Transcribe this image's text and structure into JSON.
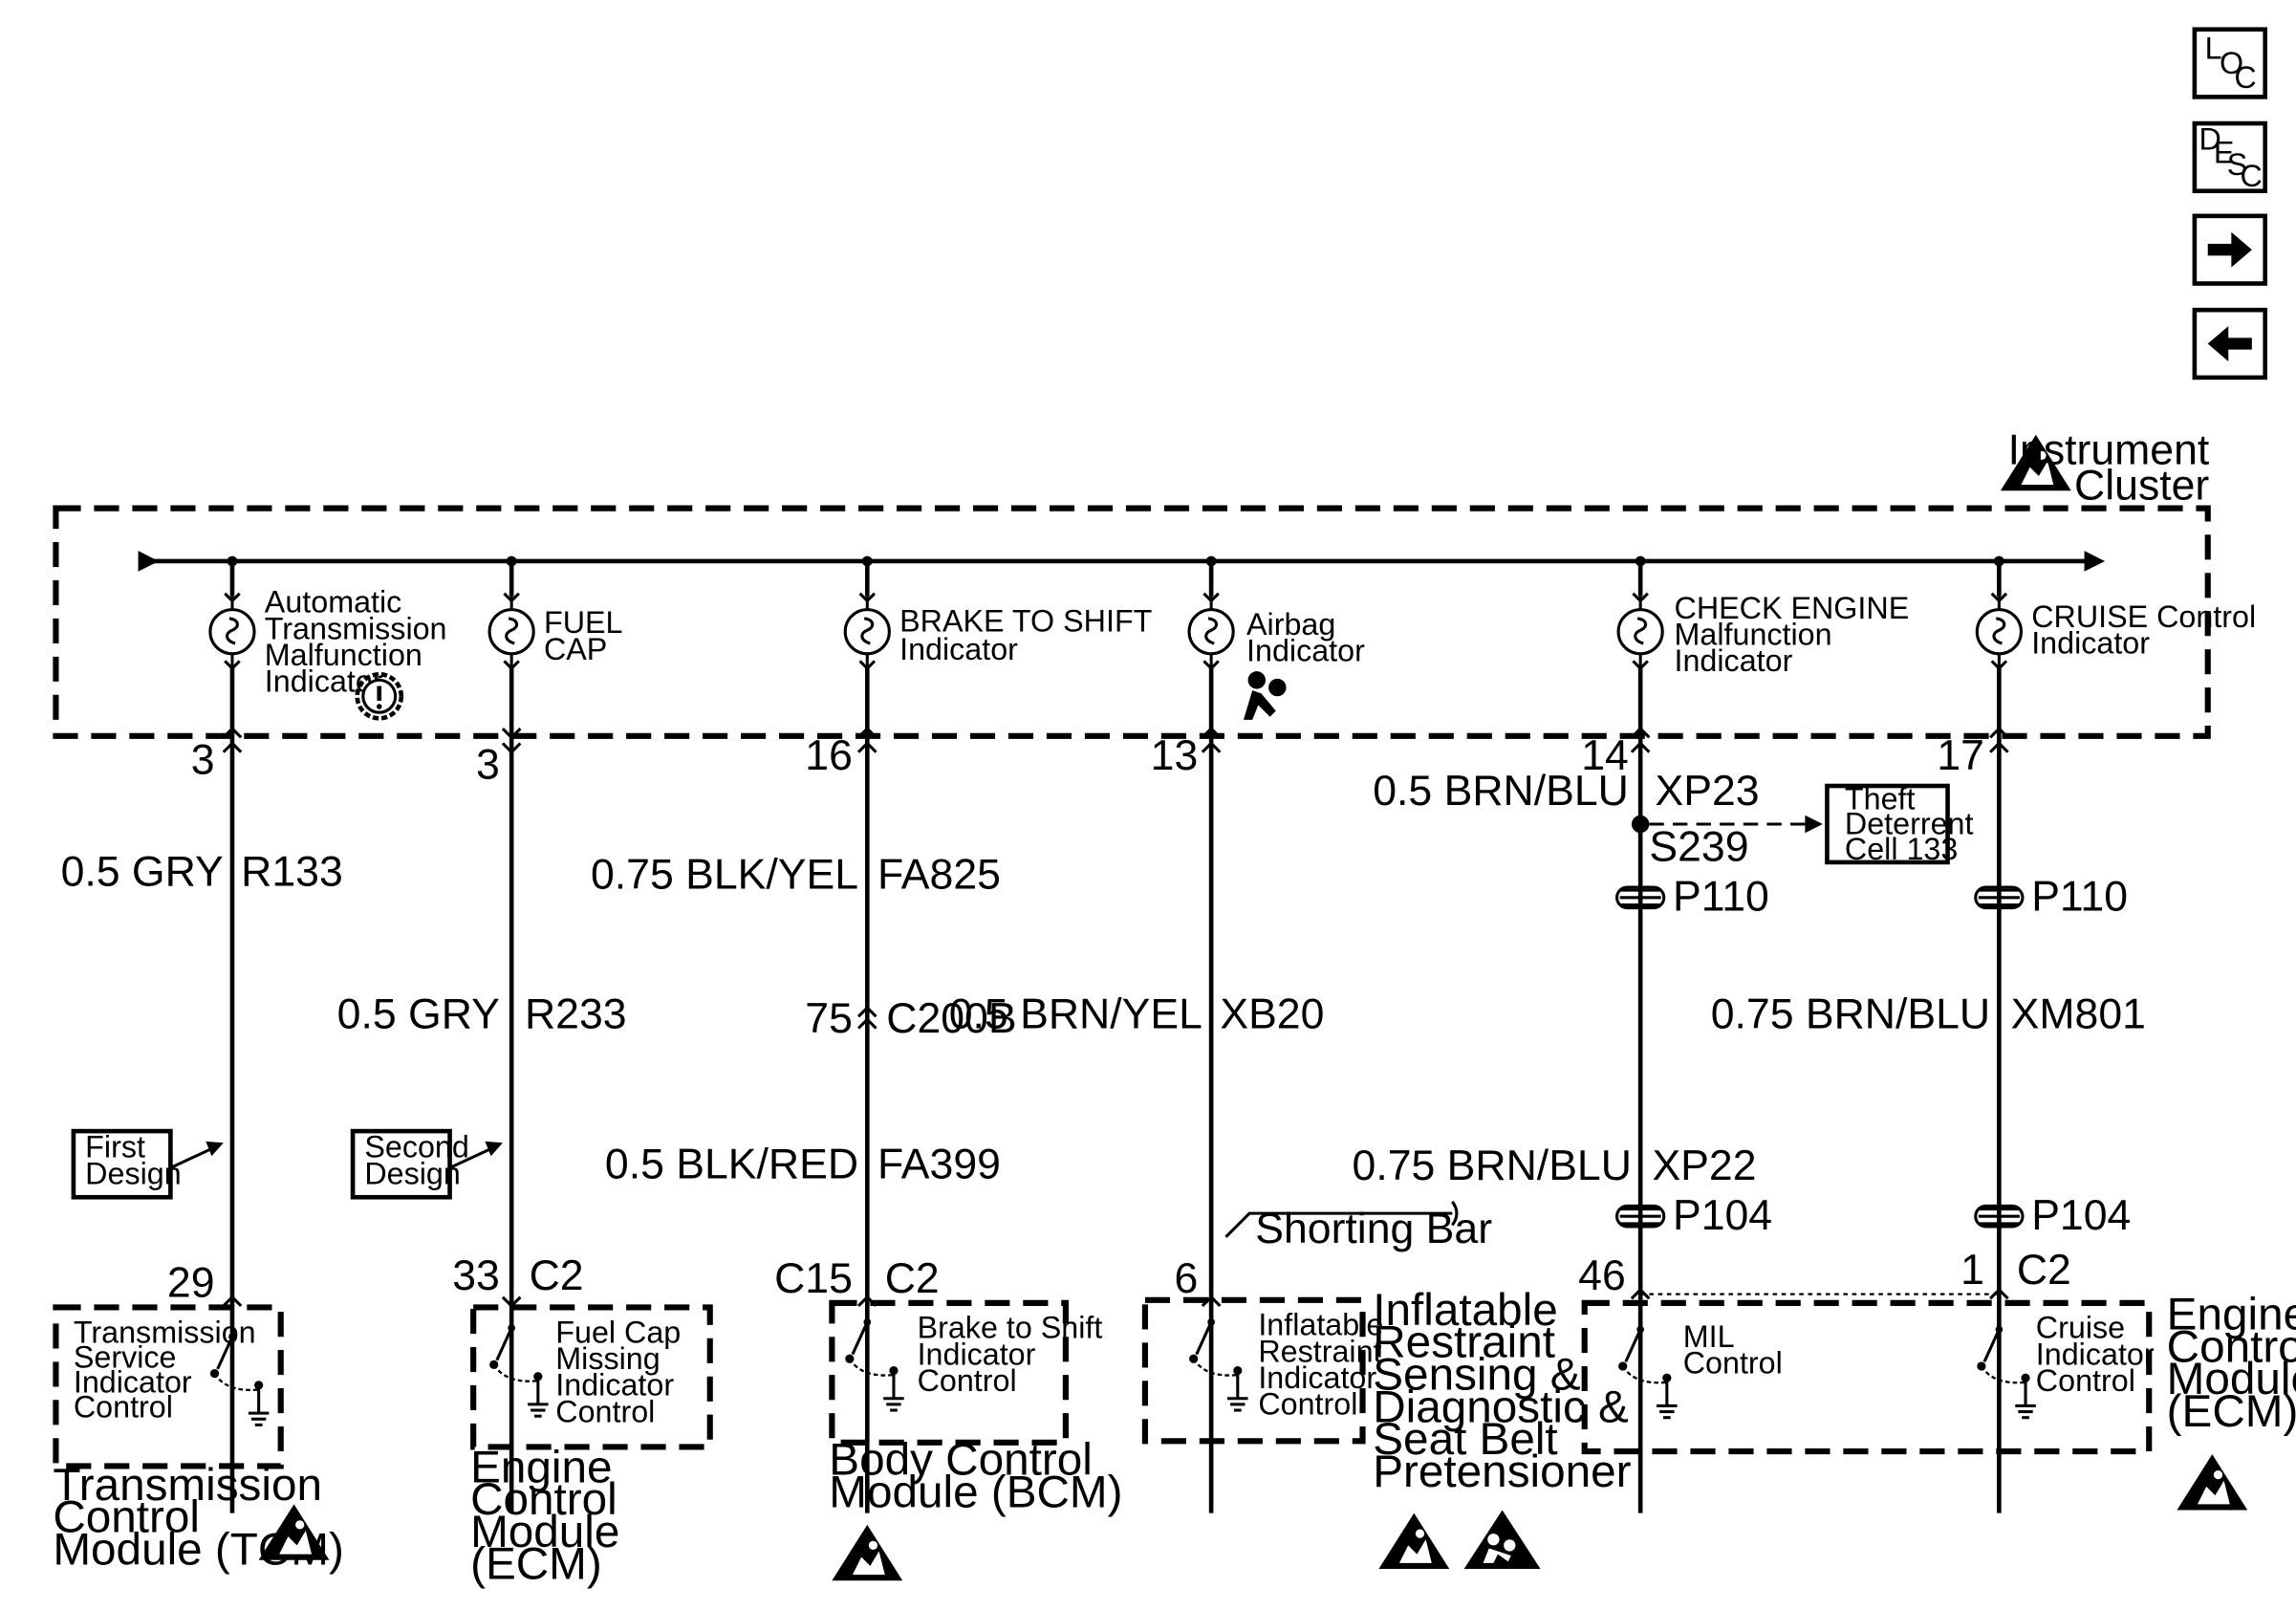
{
  "nav_buttons": [
    {
      "name": "loc-button",
      "text": [
        "L",
        "O",
        "C"
      ]
    },
    {
      "name": "desc-button",
      "text": [
        "D",
        "E",
        "S",
        "C"
      ]
    },
    {
      "name": "next-button",
      "icon": "arrow-right-icon"
    },
    {
      "name": "prev-button",
      "icon": "arrow-left-icon"
    }
  ],
  "instrument_cluster": {
    "line1": "Instrument",
    "line2": "Cluster"
  },
  "indicators": [
    {
      "lines": [
        "Automatic",
        "Transmission",
        "Malfunction",
        "Indicator"
      ],
      "pin": "3"
    },
    {
      "lines": [
        "FUEL",
        "CAP"
      ],
      "pin": "3"
    },
    {
      "lines": [
        "BRAKE TO SHIFT",
        "Indicator"
      ],
      "pin": "16"
    },
    {
      "lines": [
        "Airbag",
        "Indicator"
      ],
      "pin": "13"
    },
    {
      "lines": [
        "CHECK ENGINE",
        "Malfunction",
        "Indicator"
      ],
      "pin": "14"
    },
    {
      "lines": [
        "CRUISE Control",
        "Indicator"
      ],
      "pin": "17"
    }
  ],
  "wires": [
    {
      "wire": "0.5 GRY",
      "circuit": "R133"
    },
    {
      "wire": "0.5 GRY",
      "circuit": "R233"
    },
    {
      "wire": "0.75 BLK/YEL",
      "circuit": "FA825"
    },
    {
      "wire": "0.5 BLK/RED",
      "circuit": "FA399"
    },
    {
      "wire": "0.5 BRN/YEL",
      "circuit": "XB20"
    },
    {
      "wire": "0.5 BRN/BLU",
      "circuit": "XP23"
    },
    {
      "wire": "0.75 BRN/BLU",
      "circuit": "XP22"
    },
    {
      "wire": "0.75 BRN/BLU",
      "circuit": "XM801"
    }
  ],
  "connectors": {
    "c200b_pin": "75",
    "c200b": "C200B",
    "splice": "S239",
    "p110": "P110",
    "p104": "P104",
    "shorting_bar": "Shorting Bar"
  },
  "theft_deterrent": [
    "Theft",
    "Deterrent",
    "Cell 133"
  ],
  "design_notes": {
    "first": [
      "First",
      "Design"
    ],
    "second": [
      "Second",
      "Design"
    ]
  },
  "modules": {
    "tcm": {
      "pin": "29",
      "control": [
        "Transmission",
        "Service",
        "Indicator",
        "Control"
      ],
      "label": [
        "Transmission",
        "Control",
        "Module (TCM)"
      ]
    },
    "ecm_fuel": {
      "pin": "33",
      "connector": "C2",
      "control": [
        "Fuel Cap",
        "Missing",
        "Indicator",
        "Control"
      ],
      "label": [
        "Engine",
        "Control",
        "Module",
        "(ECM)"
      ]
    },
    "bcm": {
      "pin": "C15",
      "connector": "C2",
      "control": [
        "Brake to Shift",
        "Indicator",
        "Control"
      ],
      "label": [
        "Body Control",
        "Module (BCM)"
      ]
    },
    "sdm": {
      "pin": "6",
      "control": [
        "Inflatable",
        "Restraint",
        "Indicator",
        "Control"
      ],
      "label": [
        "Inflatable",
        "Restraint",
        "Sensing &",
        "Diagnostic &",
        "Seat Belt",
        "Pretensioner"
      ]
    },
    "ecm": {
      "pin_mil": "46",
      "pin_cruise": "1",
      "connector": "C2",
      "mil_control": [
        "MIL",
        "Control"
      ],
      "cruise_control": [
        "Cruise",
        "Indicator",
        "Control"
      ],
      "label": [
        "Engine",
        "Control",
        "Module",
        "(ECM)"
      ]
    }
  }
}
